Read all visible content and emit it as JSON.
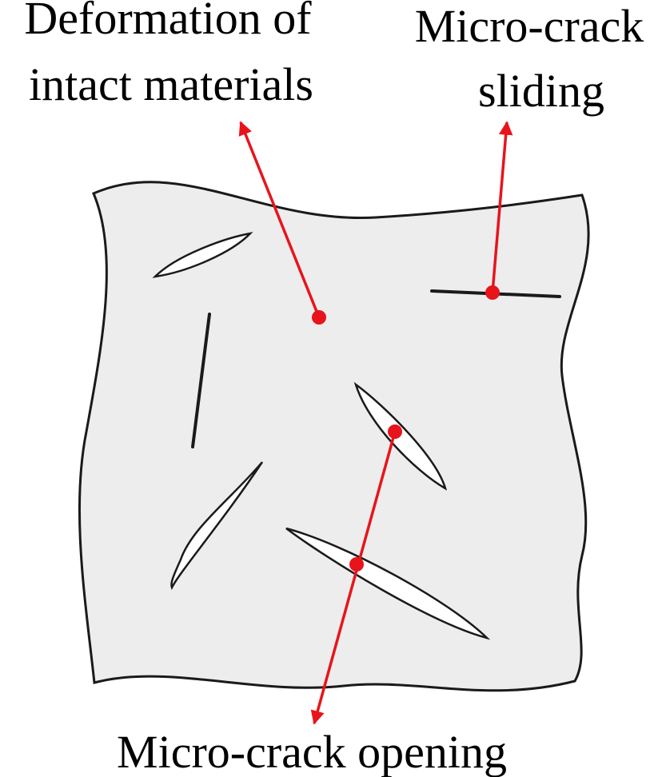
{
  "labels": {
    "deformation_line1": "Deformation of",
    "deformation_line2": "intact materials",
    "sliding_line1": "Micro-crack",
    "sliding_line2": "sliding",
    "opening": "Micro-crack opening"
  },
  "colors": {
    "plate_fill": "#ededed",
    "outline": "#1a1a1a",
    "crack_fill": "#ffffff",
    "annotation": "#e8141c"
  }
}
